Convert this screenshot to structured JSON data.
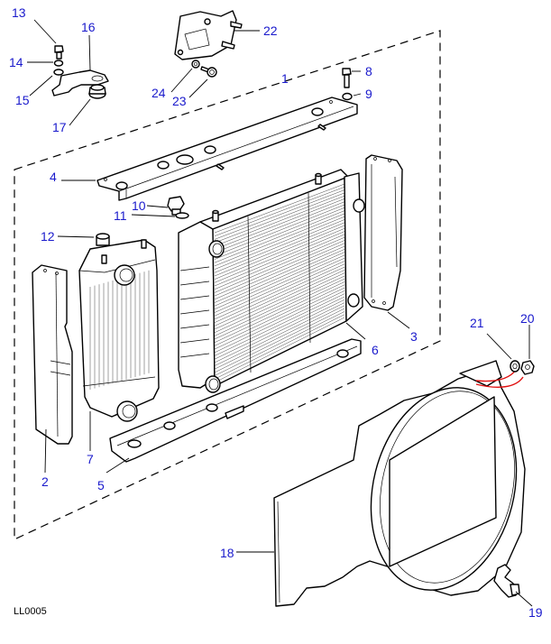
{
  "diagram": {
    "title": "Radiator and cooling assembly exploded view",
    "reference_code": "LL0005",
    "callout_color": "#1a1acc",
    "line_color": "#000000",
    "highlight_color": "#e01010",
    "callouts": [
      {
        "id": "1",
        "label": "1",
        "part": "radiator-assembly-group"
      },
      {
        "id": "2",
        "label": "2",
        "part": "left-side-bracket"
      },
      {
        "id": "3",
        "label": "3",
        "part": "right-side-bracket"
      },
      {
        "id": "4",
        "label": "4",
        "part": "upper-mounting-rail"
      },
      {
        "id": "5",
        "label": "5",
        "part": "lower-mounting-rail"
      },
      {
        "id": "6",
        "label": "6",
        "part": "radiator-core"
      },
      {
        "id": "7",
        "label": "7",
        "part": "intercooler"
      },
      {
        "id": "8",
        "label": "8",
        "part": "bolt"
      },
      {
        "id": "9",
        "label": "9",
        "part": "washer"
      },
      {
        "id": "10",
        "label": "10",
        "part": "drain-plug"
      },
      {
        "id": "11",
        "label": "11",
        "part": "sealing-washer"
      },
      {
        "id": "12",
        "label": "12",
        "part": "rubber-bush"
      },
      {
        "id": "13",
        "label": "13",
        "part": "bolt"
      },
      {
        "id": "14",
        "label": "14",
        "part": "spring-washer"
      },
      {
        "id": "15",
        "label": "15",
        "part": "plain-washer"
      },
      {
        "id": "16",
        "label": "16",
        "part": "mounting-bracket"
      },
      {
        "id": "17",
        "label": "17",
        "part": "rubber-mounting"
      },
      {
        "id": "18",
        "label": "18",
        "part": "fan-cowl"
      },
      {
        "id": "19",
        "label": "19",
        "part": "clip"
      },
      {
        "id": "20",
        "label": "20",
        "part": "nut"
      },
      {
        "id": "21",
        "label": "21",
        "part": "washer"
      },
      {
        "id": "22",
        "label": "22",
        "part": "upper-bracket"
      },
      {
        "id": "23",
        "label": "23",
        "part": "flange-bolt"
      },
      {
        "id": "24",
        "label": "24",
        "part": "washer"
      }
    ]
  }
}
